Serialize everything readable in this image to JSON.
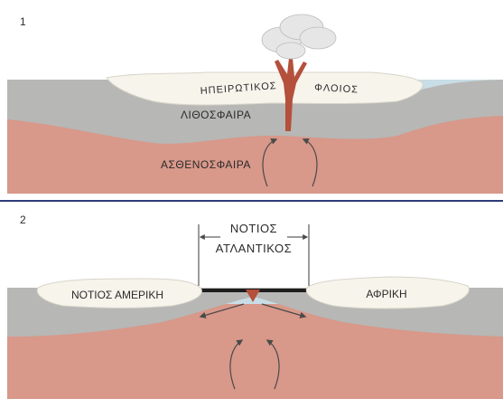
{
  "panels": [
    {
      "number": "1",
      "labels": {
        "crust_left": "ΗΠΕΙΡΩΤΙΚΟΣ",
        "crust_right": "ΦΛΟΙΟΣ",
        "lithosphere": "ΛΙΘΟΣΦΑΙΡΑ",
        "asthenosphere": "ΑΣΘΕΝΟΣΦΑΙΡΑ"
      }
    },
    {
      "number": "2",
      "labels": {
        "ocean_line1": "ΝΟΤΙΟΣ",
        "ocean_line2": "ΑΤΛΑΝΤΙΚΟΣ",
        "continent_left": "ΝΟΤΙΟΣ ΑΜΕΡΙΚΗ",
        "continent_right": "ΑΦΡΙΚΗ"
      }
    }
  ],
  "colors": {
    "sea": "#c9dde6",
    "crust": "#f7f4ec",
    "lithosphere": "#b7b7b5",
    "asthenosphere": "#d8988a",
    "magma": "#b4503c",
    "ocean_crust": "#1e1e1e",
    "divider": "#2d3b78",
    "arrow": "#4a4a4a",
    "smoke": "#e6e6e6"
  }
}
